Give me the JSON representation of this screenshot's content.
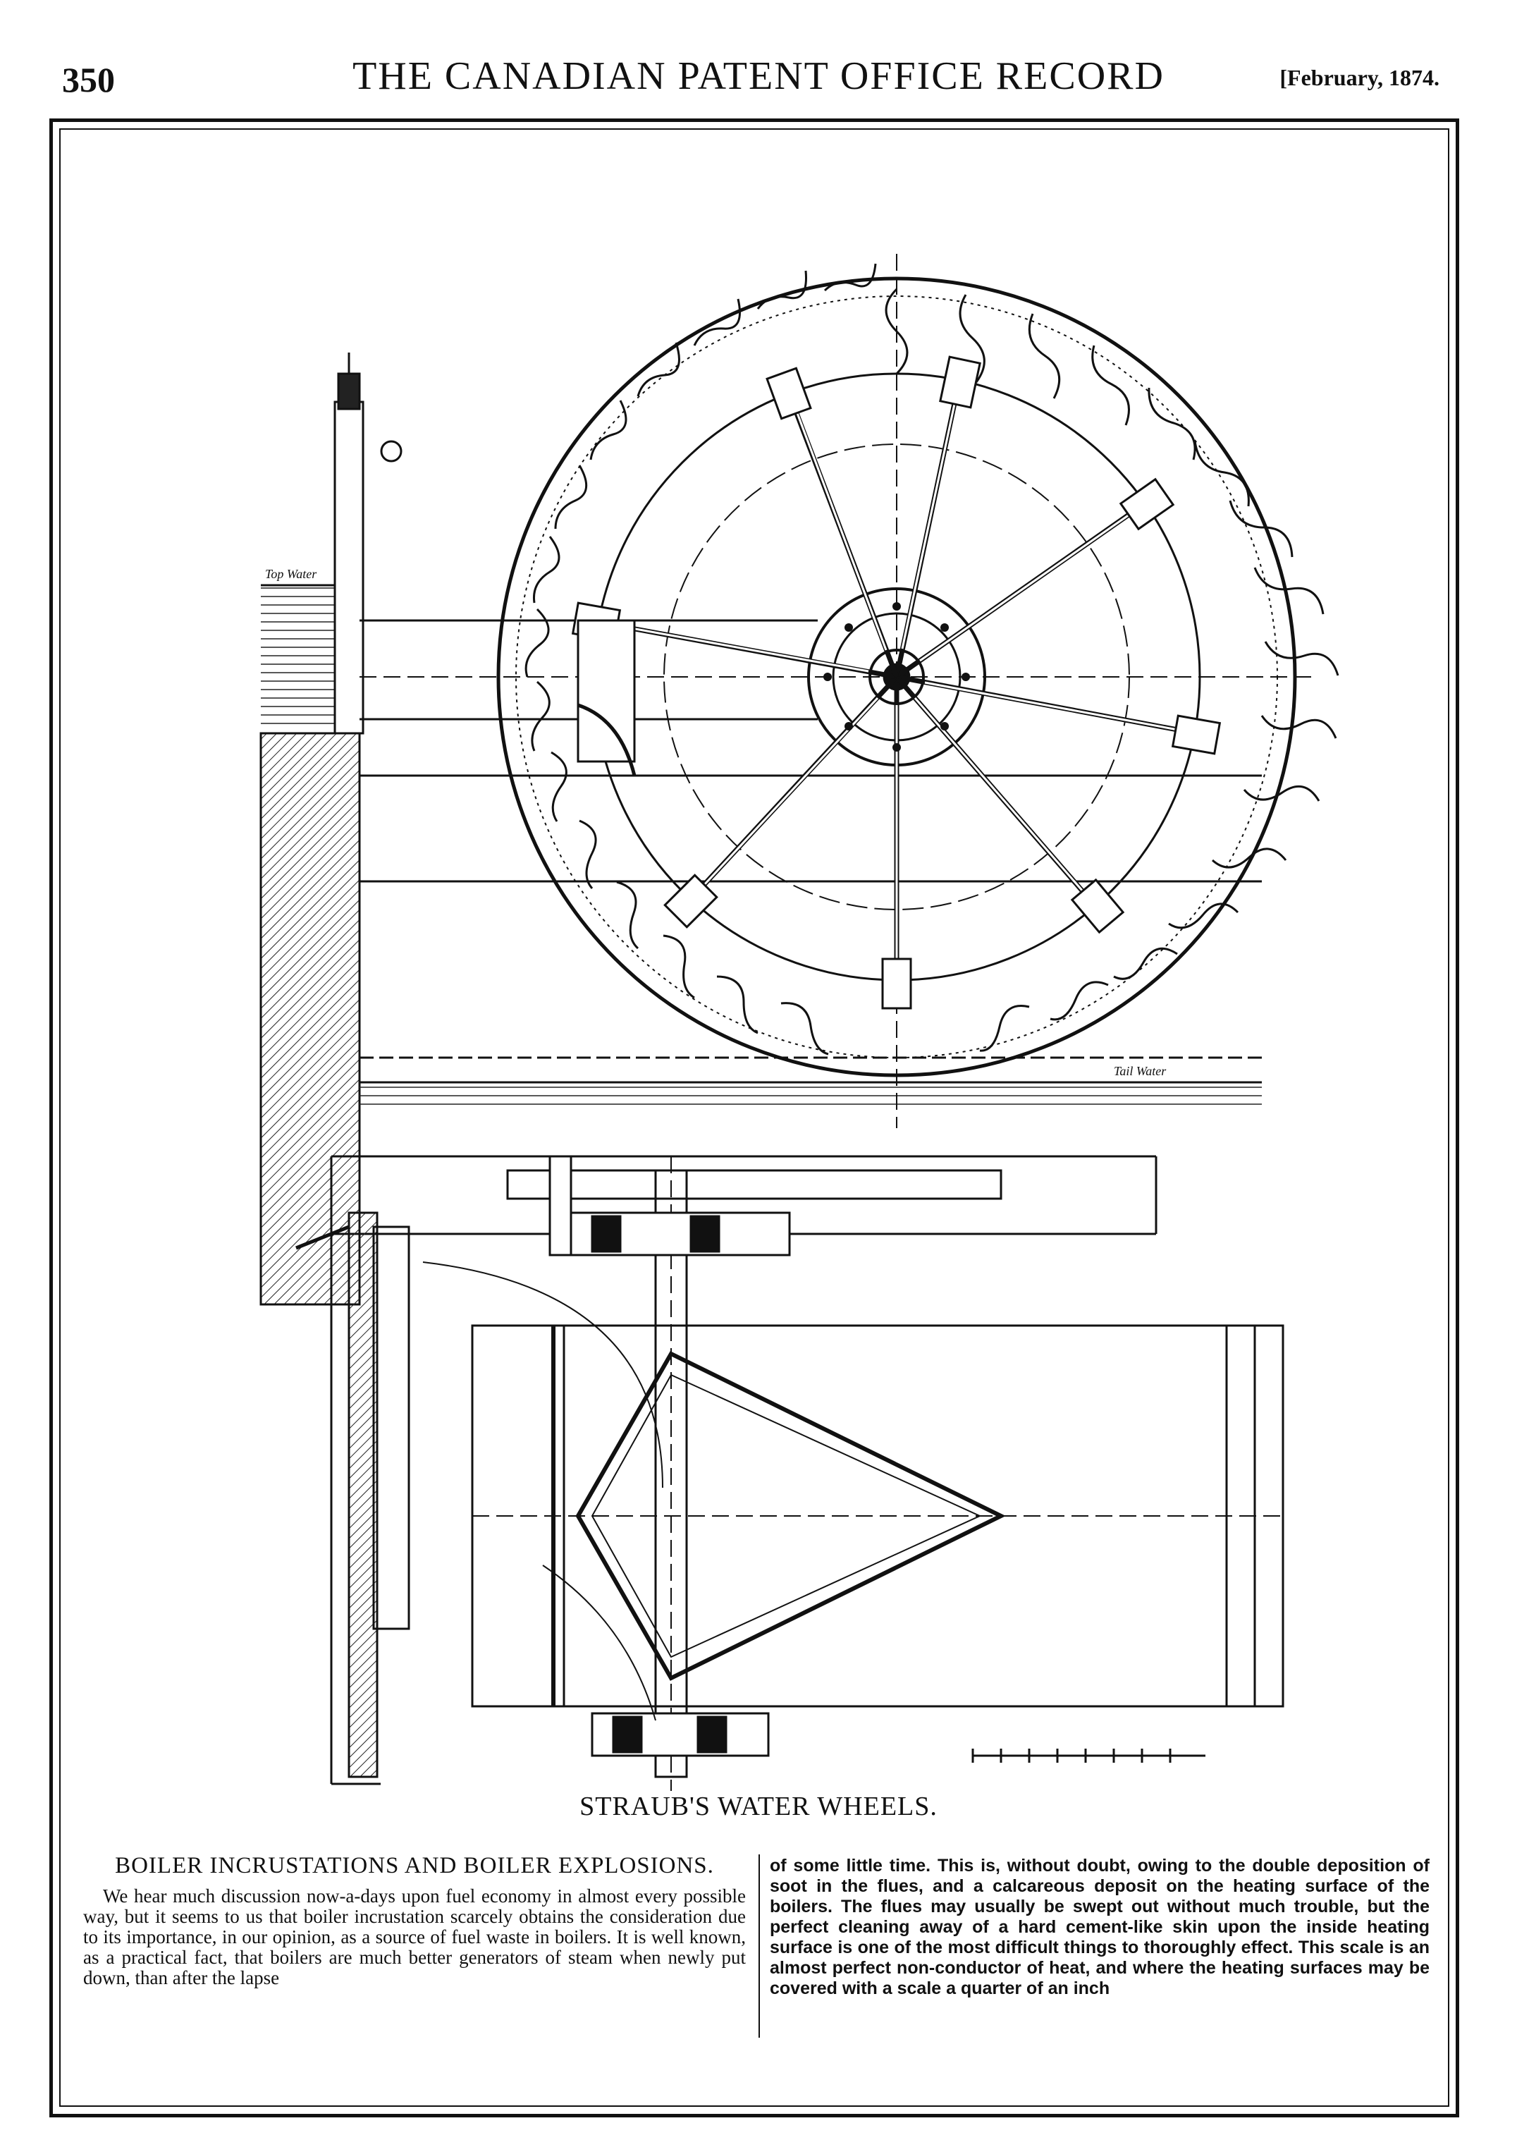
{
  "header": {
    "page_number": "350",
    "publication_title": "THE CANADIAN PATENT OFFICE RECORD",
    "issue_date": "[February, 1874."
  },
  "figure": {
    "caption": "STRAUB'S WATER WHEELS.",
    "labels": {
      "top_water": "Top Water",
      "tail_water": "Tail Water"
    }
  },
  "article": {
    "title": "BOILER INCRUSTATIONS AND BOILER EXPLOSIONS.",
    "paragraph_left": "We hear much discussion now-a-days upon fuel economy in almost every possible way, but it seems to us that boiler incrustation scarcely obtains the consideration due to its importance, in our opinion, as a source of fuel waste in boilers. It is well known, as a practical fact, that boilers are much better generators of steam when newly put down, than after the lapse",
    "paragraph_right": "of some little time. This is, without doubt, owing to the double deposition of soot in the flues, and a calcareous deposit on the heating surface of the boilers. The flues may usually be swept out without much trouble, but the perfect cleaning away of a hard cement-like skin upon the inside heating surface is one of the most difficult things to thoroughly effect. This scale is an almost perfect non-conductor of heat, and where the heating surfaces may be covered with a scale a quarter of an inch"
  }
}
